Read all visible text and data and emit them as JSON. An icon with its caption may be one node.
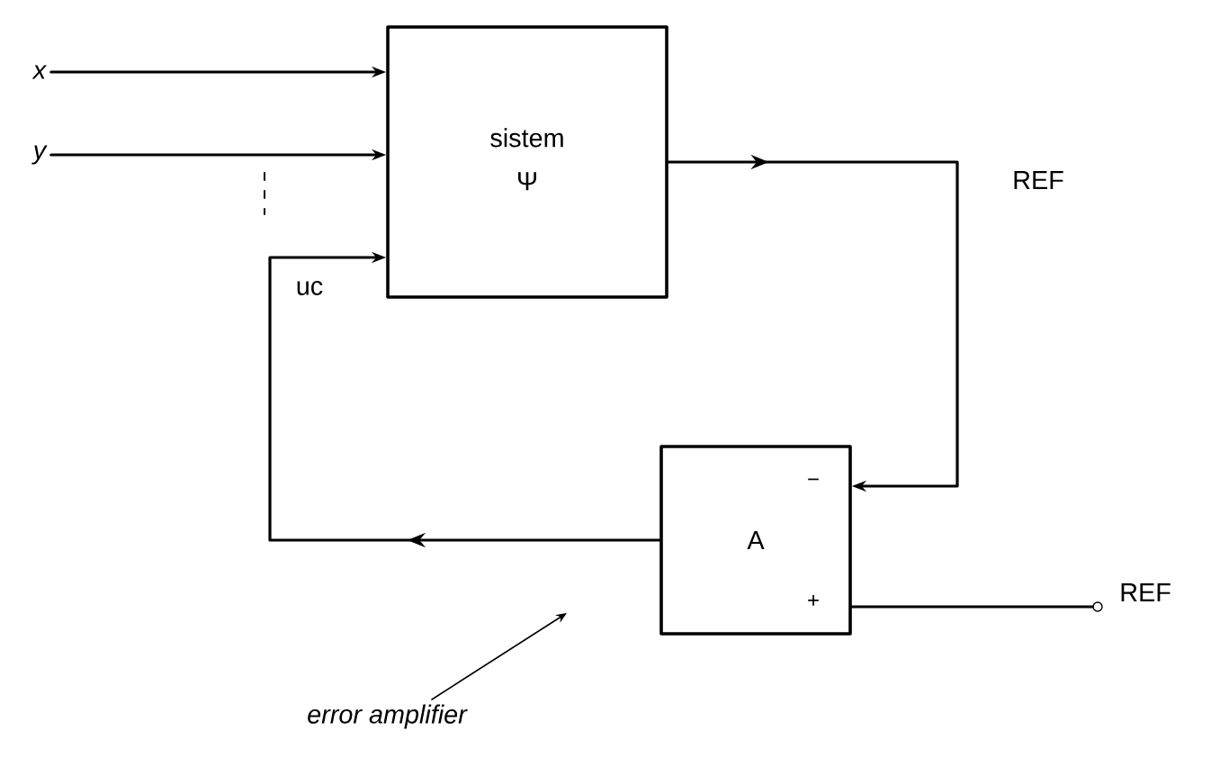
{
  "diagram": {
    "nodes": [
      {
        "text": [
          "x"
        ]
      },
      {
        "text": [
          "y"
        ]
      },
      {
        "text": [
          "sistem",
          "Ψ"
        ]
      },
      {
        "text": [
          "A"
        ]
      },
      {
        "text": [],
        "shape": "circle",
        "beside": [
          "REF"
        ]
      },
      {
        "text": [
          "error amplifier"
        ]
      }
    ],
    "edges": [
      {
        "from": 0,
        "to": 2,
        "arrow": "to"
      },
      {
        "from": 1,
        "to": 2,
        "arrow": "to"
      },
      {
        "from": 2,
        "to": 3,
        "arrow": "to",
        "label": "REF"
      },
      {
        "from": 3,
        "to": 2,
        "arrow": "to",
        "label": "uc"
      },
      {
        "from": 3,
        "to": 4,
        "arrow": "none"
      },
      {
        "from": 5,
        "to": null,
        "arrow": "to"
      }
    ],
    "labels": [
      "−",
      "+"
    ]
  }
}
